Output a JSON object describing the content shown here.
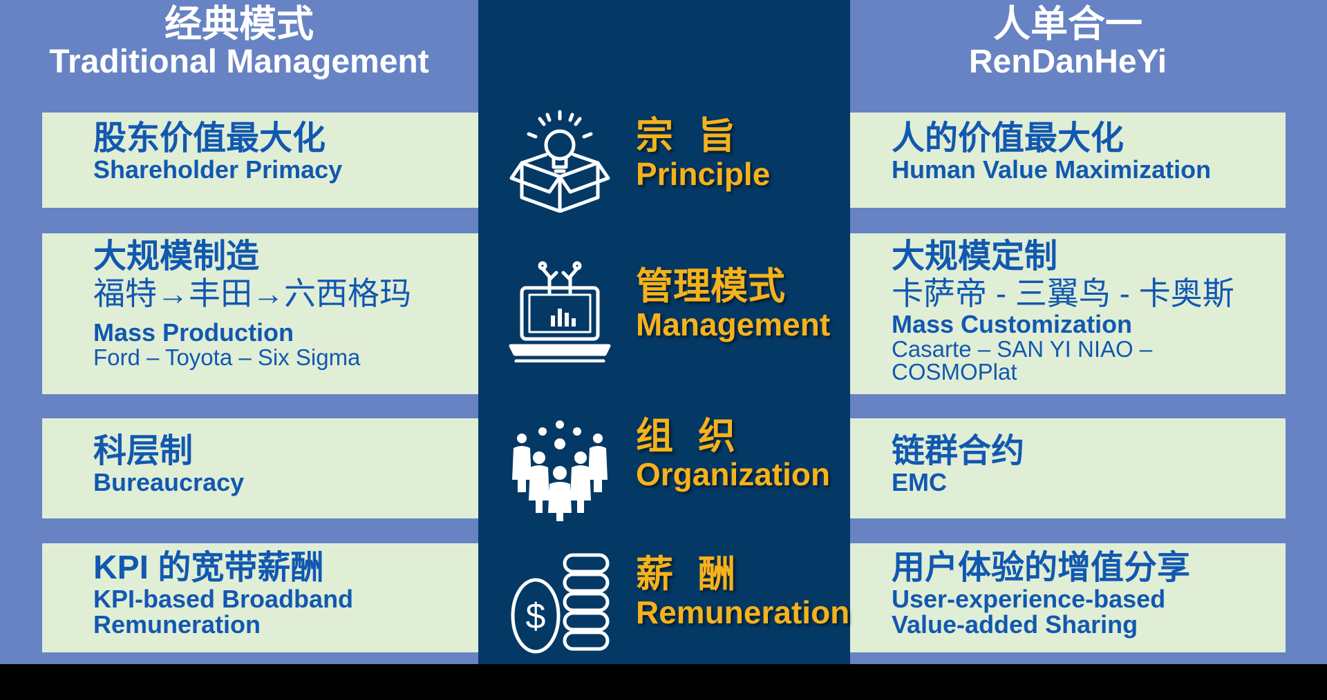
{
  "left_header": {
    "zh": "经典模式",
    "en": "Traditional Management"
  },
  "right_header": {
    "zh": "人单合一",
    "en": "RenDanHeYi"
  },
  "center": [
    {
      "zh": "宗旨",
      "en": "Principle",
      "icon": "lightbulb-box-icon"
    },
    {
      "zh": "管理模式",
      "en": "Management",
      "icon": "laptop-chart-icon"
    },
    {
      "zh": "组织",
      "en": "Organization",
      "icon": "people-group-icon"
    },
    {
      "zh": "薪酬",
      "en": "Remuneration",
      "icon": "coins-dollar-icon"
    }
  ],
  "left_rows": [
    {
      "zh": "股东价值最大化",
      "en": "Shareholder Primacy"
    },
    {
      "zh": "大规模制造",
      "zh2": "福特→丰田→六西格玛",
      "en": "Mass Production",
      "en2": "Ford – Toyota – Six Sigma"
    },
    {
      "zh": "科层制",
      "en": "Bureaucracy"
    },
    {
      "zh": "KPI 的宽带薪酬",
      "en": "KPI-based Broadband",
      "en_b": "Remuneration"
    }
  ],
  "right_rows": [
    {
      "zh": "人的价值最大化",
      "en": "Human Value Maximization"
    },
    {
      "zh": "大规模定制",
      "zh2": "卡萨帝 - 三翼鸟 - 卡奥斯",
      "en": "Mass Customization",
      "en2": "Casarte – SAN YI NIAO –",
      "en2_b": "COSMOPlat"
    },
    {
      "zh": "链群合约",
      "en": "EMC"
    },
    {
      "zh": "用户体验的增值分享",
      "en": "User-experience-based",
      "en_b": "Value-added Sharing"
    }
  ],
  "colors": {
    "board": "#6783c4",
    "center": "#043966",
    "card": "#e0eed6",
    "card_text": "#1158b0",
    "accent": "#f5b21c"
  }
}
